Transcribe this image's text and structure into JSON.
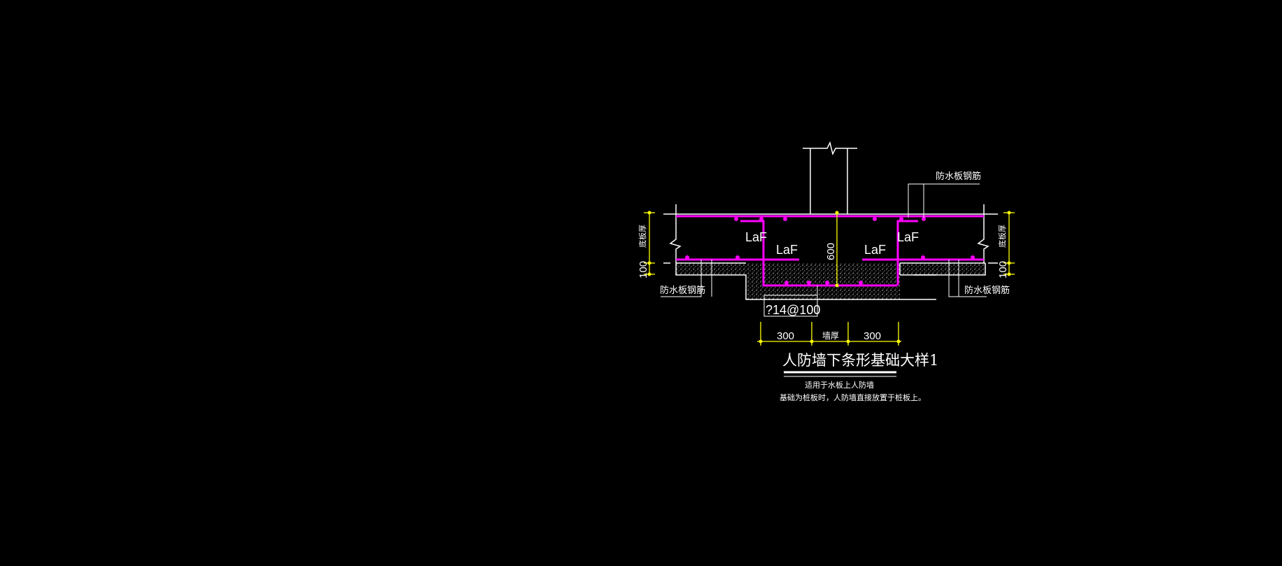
{
  "colors": {
    "background": "#000000",
    "line": "#ffffff",
    "rebar": "#ff00ff",
    "dimension": "#ffff00",
    "hatch": "#cfcfcf"
  },
  "labels": {
    "waterproof_rebar_top_right": "防水板钢筋",
    "waterproof_rebar_left": "防水板钢筋",
    "waterproof_rebar_right": "防水板钢筋",
    "slab_thickness_left": "底板厚",
    "slab_thickness_right": "底板厚",
    "laf_1": "LaF",
    "laf_2": "LaF",
    "laf_3": "LaF",
    "laf_4": "LaF",
    "height_600": "600",
    "pad_100_left": "100",
    "pad_100_right": "100",
    "rebar_spec": "?14@100",
    "width_300_left": "300",
    "wall_thickness": "墙厚",
    "width_300_right": "300"
  },
  "title": {
    "main": "人防墙下条形基础大样1",
    "note_1": "适用于水板上人防墙",
    "note_2": "基础为桩板时，人防墙直接放置于桩板上。"
  }
}
